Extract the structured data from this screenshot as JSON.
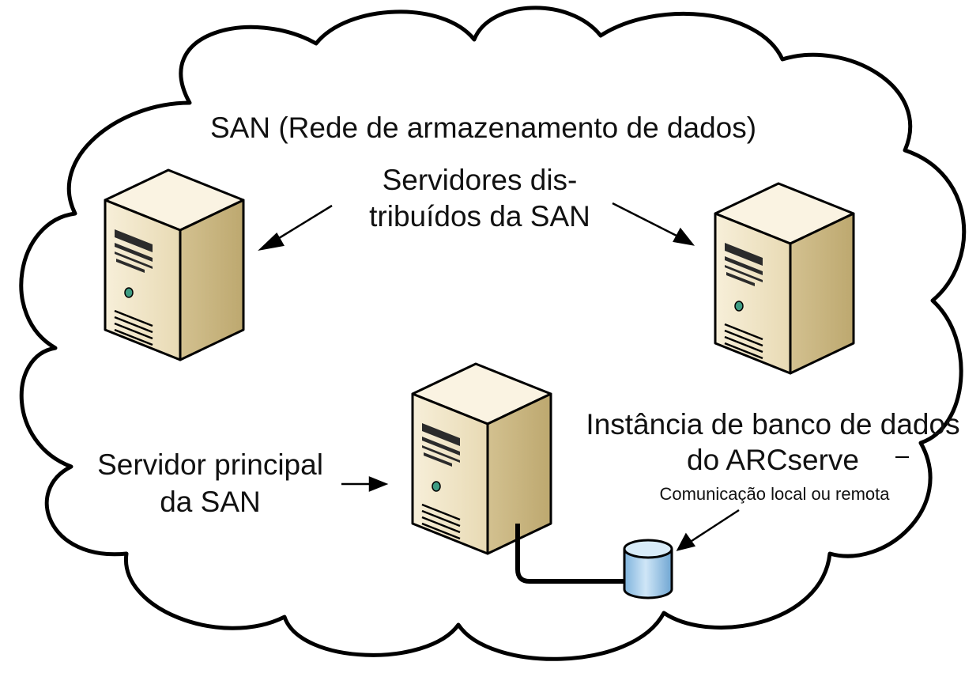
{
  "diagram": {
    "title": "SAN (Rede de armazenamento de dados)",
    "distributed_label_line1": "Servidores dis-",
    "distributed_label_line2": "tribuídos da SAN",
    "primary_label_line1": "Servidor principal",
    "primary_label_line2": "da SAN",
    "db_label_line1": "Instância de banco de dados",
    "db_label_line2": "do ARCserve",
    "comm_label": "Comunicação local ou remota",
    "colors": {
      "outline": "#000000",
      "server_front": "#f4ead0",
      "server_side": "#d9c9a0",
      "server_top": "#fbf5e4",
      "led": "#4fa88a",
      "db_body": "#9ec8e8",
      "db_top": "#d8ebf8"
    }
  }
}
